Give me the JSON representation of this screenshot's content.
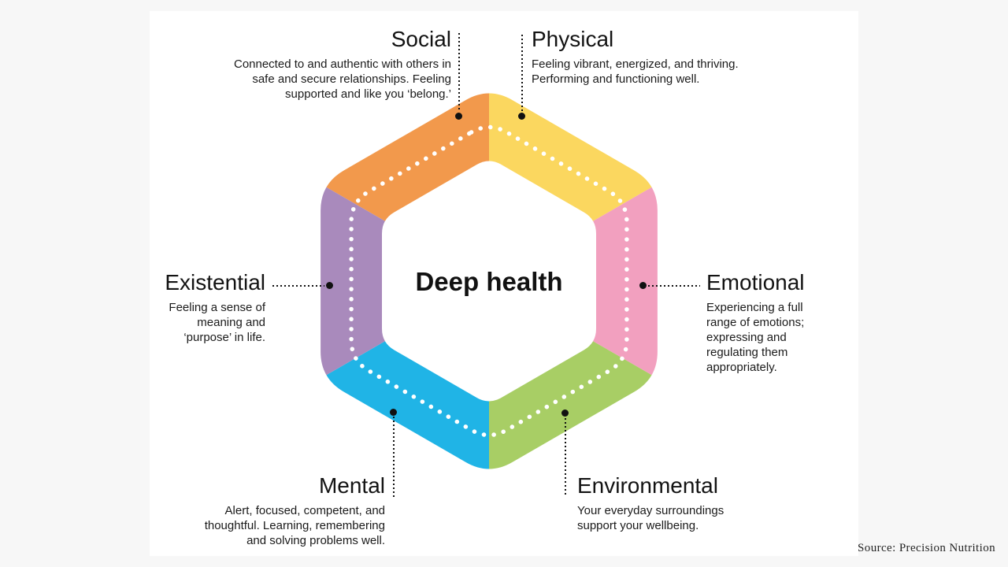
{
  "center_label": "Deep health",
  "source_credit": "Source: Precision Nutrition",
  "colors": {
    "ring_dotted_line": "#ffffff",
    "leader_line": "#111111",
    "anchor_dot": "#111111",
    "text": "#1a1a1a",
    "card_background": "#ffffff"
  },
  "sections": {
    "social": {
      "label": "Social",
      "description": "Connected to and authentic with others in\nsafe and secure relationships. Feeling\nsupported and like you ‘belong.’",
      "color": "#F2994C"
    },
    "physical": {
      "label": "Physical",
      "description": "Feeling vibrant, energized, and thriving.\nPerforming and functioning well.",
      "color": "#FBD75F"
    },
    "emotional": {
      "label": "Emotional",
      "description": "Experiencing a full\nrange of emotions;\nexpressing and\nregulating them\nappropriately.",
      "color": "#F2A0BF"
    },
    "environmental": {
      "label": "Environmental",
      "description": "Your everyday surroundings\nsupport your wellbeing.",
      "color": "#A8CE65"
    },
    "mental": {
      "label": "Mental",
      "description": "Alert, focused, competent, and\nthoughtful. Learning, remembering\nand solving problems well.",
      "color": "#20B4E6"
    },
    "existential": {
      "label": "Existential",
      "description": "Feeling a sense of\nmeaning and\n‘purpose’ in life.",
      "color": "#A98ABC"
    }
  }
}
